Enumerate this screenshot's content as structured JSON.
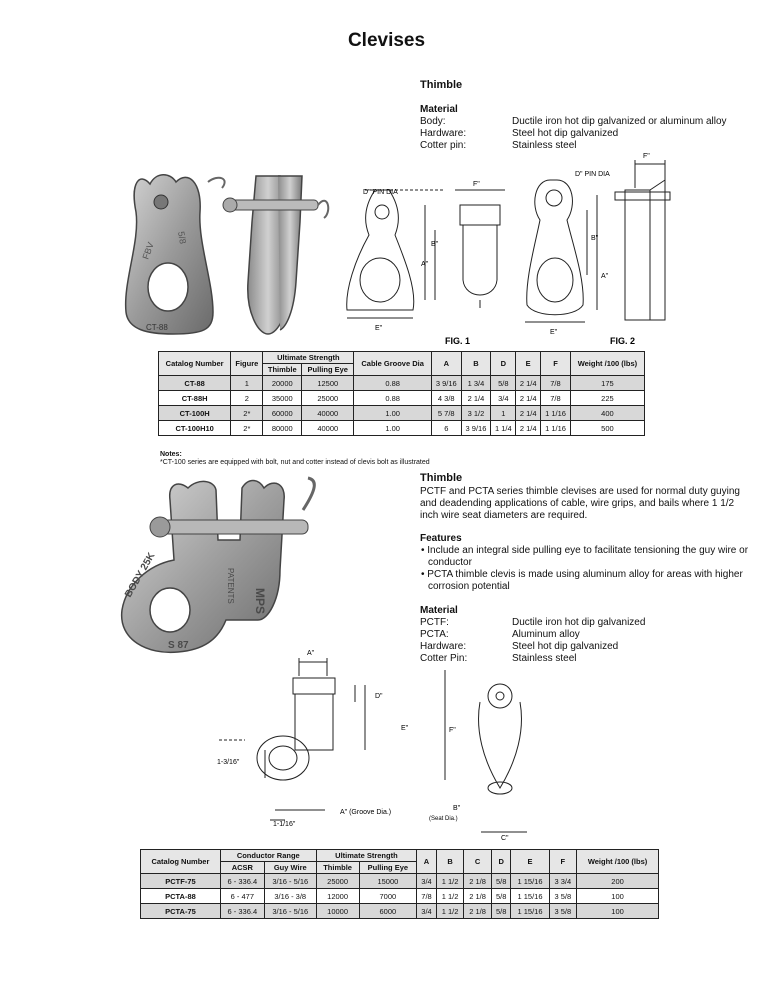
{
  "page_title": "Clevises",
  "section1": {
    "heading": "Thimble",
    "material_heading": "Material",
    "materials": [
      {
        "label": "Body:",
        "value": "Ductile iron hot dip galvanized or aluminum alloy"
      },
      {
        "label": "Hardware:",
        "value": "Steel hot dip galvanized"
      },
      {
        "label": "Cotter pin:",
        "value": "Stainless steel"
      }
    ],
    "photo_marks": {
      "left": "CT-88",
      "left_side": "5/8",
      "right": ""
    },
    "fig1": {
      "caption": "FIG. 1",
      "d": "D\" PIN DIA",
      "f": "F\"",
      "b": "B\"",
      "a": "A\"",
      "e": "E\""
    },
    "fig2": {
      "caption": "FIG. 2",
      "d": "D\" PIN DIA",
      "f": "F\"",
      "b": "B\"",
      "a": "A\"",
      "e": "E\""
    },
    "table": {
      "h_catalog": "Catalog Number",
      "h_figure": "Figure",
      "h_ult": "Ultimate Strength",
      "h_thimble": "Thimble",
      "h_pulling": "Pulling Eye",
      "h_groove": "Cable Groove Dia",
      "h_a": "A",
      "h_b": "B",
      "h_d": "D",
      "h_e": "E",
      "h_f": "F",
      "h_weight": "Weight /100 (lbs)",
      "rows": [
        [
          "CT-88",
          "1",
          "20000",
          "12500",
          "0.88",
          "3 9/16",
          "1 3/4",
          "5/8",
          "2 1/4",
          "7/8",
          "175"
        ],
        [
          "CT-88H",
          "2",
          "35000",
          "25000",
          "0.88",
          "4 3/8",
          "2 1/4",
          "3/4",
          "2 1/4",
          "7/8",
          "225"
        ],
        [
          "CT-100H",
          "2*",
          "60000",
          "40000",
          "1.00",
          "5 7/8",
          "3 1/2",
          "1",
          "2 1/4",
          "1 1/16",
          "400"
        ],
        [
          "CT-100H10",
          "2*",
          "80000",
          "40000",
          "1.00",
          "6",
          "3 9/16",
          "1 1/4",
          "2 1/4",
          "1 1/16",
          "500"
        ]
      ]
    },
    "notes_label": "Notes:",
    "note": "*CT-100 series are equipped with bolt, nut and cotter instead of clevis bolt as illustrated"
  },
  "section2": {
    "heading": "Thimble",
    "description": "PCTF and PCTA series thimble clevises are used for normal duty guying and deadending applications of cable, wire grips, and bails where 1 1/2 inch wire seat diameters are required.",
    "features_heading": "Features",
    "features": [
      "• Include an integral side pulling eye to facilitate tensioning the guy wire or conductor",
      "• PCTA thimble clevis is made using aluminum alloy for areas with higher corrosion potential"
    ],
    "material_heading": "Material",
    "materials": [
      {
        "label": "PCTF:",
        "value": "Ductile iron hot dip galvanized"
      },
      {
        "label": "PCTA:",
        "value": "Aluminum alloy"
      },
      {
        "label": "Hardware:",
        "value": "Steel hot dip galvanized"
      },
      {
        "label": "Cotter Pin:",
        "value": "Stainless steel"
      }
    ],
    "photo_marks": {
      "mps": "MPS",
      "body": "BODY 25K",
      "s": "S 87",
      "patent": "PATENTS"
    },
    "drawing": {
      "a": "A\"",
      "d": "D\"",
      "e": "E\"",
      "f": "F\"",
      "dim_316": "1-3/16\"",
      "dim_116": "1-1/16\"",
      "groove": "A\" (Groove Dia.)",
      "b": "B\"",
      "seat": "(Seat Dia.)",
      "c": "C\""
    },
    "table": {
      "h_catalog": "Catalog Number",
      "h_conductor": "Conductor Range",
      "h_acsr": "ACSR",
      "h_guy": "Guy Wire",
      "h_ult": "Ultimate Strength",
      "h_thimble": "Thimble",
      "h_pulling": "Pulling Eye",
      "h_a": "A",
      "h_b": "B",
      "h_c": "C",
      "h_d": "D",
      "h_e": "E",
      "h_f": "F",
      "h_weight": "Weight /100 (lbs)",
      "rows": [
        [
          "PCTF-75",
          "6 - 336.4",
          "3/16 - 5/16",
          "25000",
          "15000",
          "3/4",
          "1 1/2",
          "2 1/8",
          "5/8",
          "1 15/16",
          "3 3/4",
          "200"
        ],
        [
          "PCTA-88",
          "6 - 477",
          "3/16 - 3/8",
          "12000",
          "7000",
          "7/8",
          "1 1/2",
          "2 1/8",
          "5/8",
          "1 15/16",
          "3 5/8",
          "100"
        ],
        [
          "PCTA-75",
          "6 - 336.4",
          "3/16 - 5/16",
          "10000",
          "6000",
          "3/4",
          "1 1/2",
          "2 1/8",
          "5/8",
          "1 15/16",
          "3 5/8",
          "100"
        ]
      ]
    }
  }
}
